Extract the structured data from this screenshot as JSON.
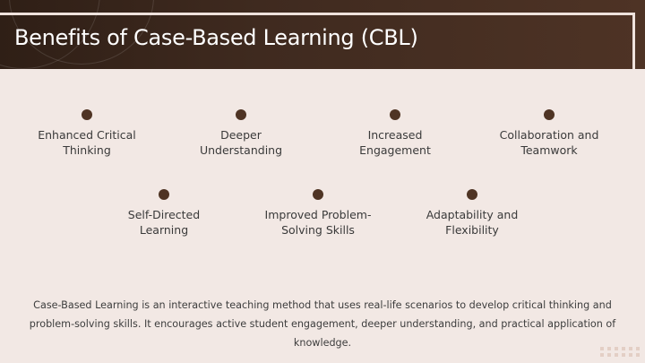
{
  "slide": {
    "title": "Benefits of Case-Based Learning (CBL)",
    "colors": {
      "header_dark": "#2f1f16",
      "header_light": "#4e3325",
      "background": "#f2e8e4",
      "bullet": "#4f3424",
      "frame_line": "#efe2dc"
    },
    "benefits_row1": [
      {
        "label": "Enhanced Critical Thinking"
      },
      {
        "label": "Deeper Understanding"
      },
      {
        "label": "Increased Engagement"
      },
      {
        "label": "Collaboration and Teamwork"
      }
    ],
    "benefits_row2": [
      {
        "label": "Self-Directed Learning"
      },
      {
        "label": "Improved Problem-Solving Skills"
      },
      {
        "label": "Adaptability and Flexibility"
      }
    ],
    "summary": "Case-Based Learning is an interactive teaching method that uses real-life scenarios to develop critical thinking and problem-solving skills. It encourages active student engagement, deeper understanding, and practical application of knowledge."
  }
}
